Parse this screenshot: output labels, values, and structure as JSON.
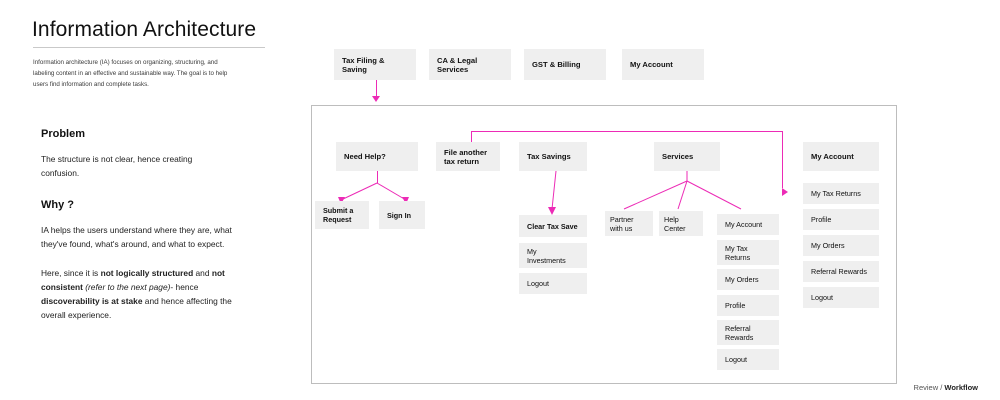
{
  "page": {
    "title": "Information Architecture",
    "intro": "Information architecture (IA) focuses on organizing, structuring, and labeling content in an effective and sustainable way.  The goal is to help users find information and complete tasks.",
    "footer_prefix": "Review / ",
    "footer_bold": "Workflow"
  },
  "left": {
    "problem_heading": "Problem",
    "problem_text": "The structure is not clear, hence creating confusion.",
    "why_heading": "Why ?",
    "why_text_1": "IA helps the users understand where they are, what they've found, what's around, and what to expect.",
    "why_text_2_a": "Here, since it is ",
    "why_text_2_b": "not logically structured",
    "why_text_2_c": " and ",
    "why_text_2_d": "not consistent",
    "why_text_2_e": " (refer to the next page)",
    "why_text_2_f": "- hence ",
    "why_text_2_g": "discoverability is at stake",
    "why_text_2_h": " and hence affecting the overall experience."
  },
  "diagram": {
    "accent_color": "#ec2bb6",
    "node_fill": "#efefef",
    "top_nav": [
      {
        "label": "Tax Filing &\nSaving"
      },
      {
        "label": "CA & Legal\nServices"
      },
      {
        "label": "GST & Billing"
      },
      {
        "label": "My Account"
      }
    ],
    "level2": [
      {
        "label": "Need Help?"
      },
      {
        "label": "File another\ntax return"
      },
      {
        "label": "Tax Savings"
      },
      {
        "label": "Services"
      },
      {
        "label": "My Account"
      }
    ],
    "need_help_children": [
      {
        "label": "Submit a\nRequest"
      },
      {
        "label": "Sign In"
      }
    ],
    "tax_savings_children": [
      {
        "label": "Clear Tax Save"
      },
      {
        "label": "My\nInvestments"
      },
      {
        "label": "Logout"
      }
    ],
    "services_children": [
      {
        "label": "Partner\nwith us"
      },
      {
        "label": "Help\nCenter"
      }
    ],
    "services_list": [
      {
        "label": "My Account"
      },
      {
        "label": "My Tax\nReturns"
      },
      {
        "label": "My Orders"
      },
      {
        "label": "Profile"
      },
      {
        "label": "Referral\nRewards"
      },
      {
        "label": "Logout"
      }
    ],
    "my_account_list": [
      {
        "label": "My Tax Returns"
      },
      {
        "label": "Profile"
      },
      {
        "label": "My Orders"
      },
      {
        "label": "Referral Rewards"
      },
      {
        "label": "Logout"
      }
    ]
  }
}
